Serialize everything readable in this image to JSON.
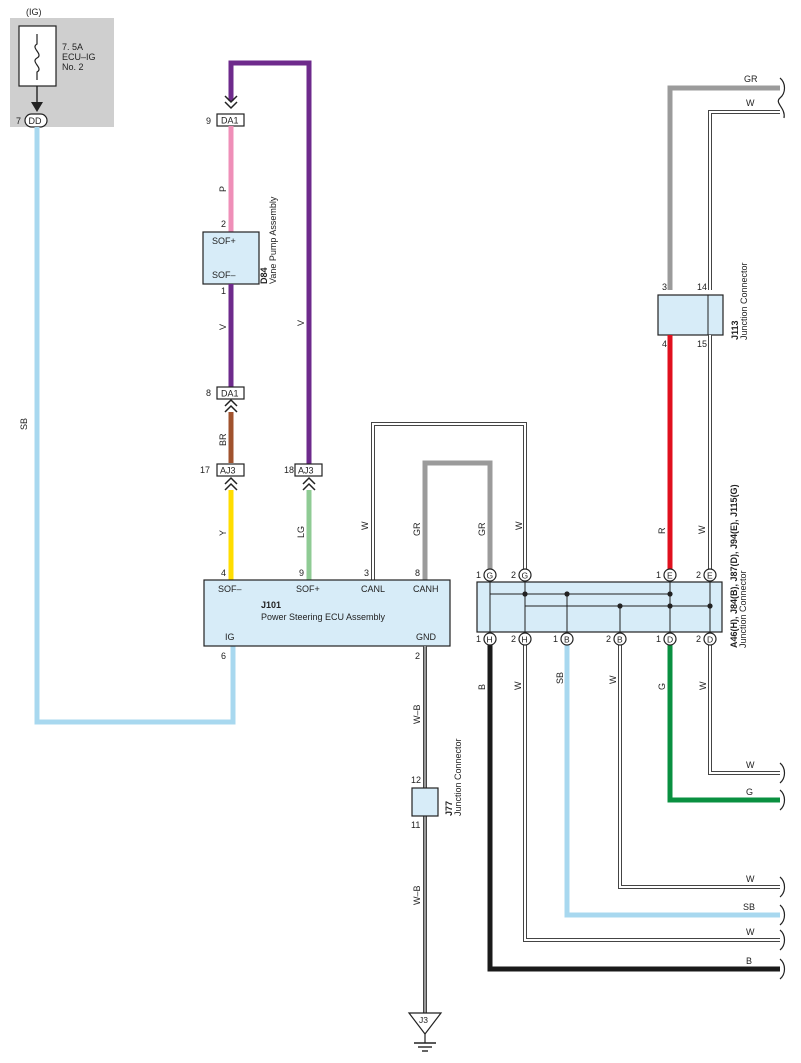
{
  "fuse": {
    "supply": "(IG)",
    "rating": "7. 5A",
    "name_line1": "ECU–IG",
    "name_line2": "No. 2",
    "pin": "7",
    "connector": "DD"
  },
  "pump": {
    "code": "D84",
    "name": "Vane Pump Assembly",
    "term_top": "SOF+",
    "term_bottom": "SOF–",
    "pin_top": "2",
    "pin_bottom": "1"
  },
  "connectors": {
    "da1_top_pin": "9",
    "da1_top": "DA1",
    "da1_bottom_pin": "8",
    "da1_bottom": "DA1",
    "aj3_left_pin": "17",
    "aj3_left": "AJ3",
    "aj3_right_pin": "18",
    "aj3_right": "AJ3"
  },
  "ecu": {
    "code": "J101",
    "name": "Power Steering ECU Assembly",
    "t_sofm": "SOF–",
    "t_sofp": "SOF+",
    "t_canl": "CANL",
    "t_canh": "CANH",
    "t_ig": "IG",
    "t_gnd": "GND",
    "p_sofm": "4",
    "p_sofp": "9",
    "p_canl": "3",
    "p_canh": "8",
    "p_ig": "6",
    "p_gnd": "2"
  },
  "j113": {
    "code": "J113",
    "name": "Junction Connector",
    "p_tl": "3",
    "p_tr": "14",
    "p_bl": "4",
    "p_br": "15"
  },
  "jc_main": {
    "codes": "A46(H), J84(B), J87(D), J94(E), J115(G)",
    "name": "Junction Connector",
    "top": [
      {
        "pin": "1",
        "letter": "G"
      },
      {
        "pin": "2",
        "letter": "G"
      },
      {
        "pin": "1",
        "letter": "E"
      },
      {
        "pin": "2",
        "letter": "E"
      }
    ],
    "bottom": [
      {
        "pin": "1",
        "letter": "H"
      },
      {
        "pin": "2",
        "letter": "H"
      },
      {
        "pin": "1",
        "letter": "B"
      },
      {
        "pin": "2",
        "letter": "B"
      },
      {
        "pin": "1",
        "letter": "D"
      },
      {
        "pin": "2",
        "letter": "D"
      }
    ]
  },
  "j77": {
    "code": "J77",
    "name": "Junction Connector",
    "p_top": "12",
    "p_bottom": "11"
  },
  "ground": {
    "label": "J3"
  },
  "wires": {
    "sb_left": "SB",
    "p": "P",
    "v1": "V",
    "v2": "V",
    "br": "BR",
    "y": "Y",
    "lg": "LG",
    "w_canl": "W",
    "gr_canh": "GR",
    "gr_jc": "GR",
    "w_jc": "W",
    "r": "R",
    "w_j113": "W",
    "wb1": "W–B",
    "wb2": "W–B",
    "b_down": "B",
    "w_h2": "W",
    "sb_b1": "SB",
    "w_b2": "W",
    "g_d1": "G",
    "w_d2": "W"
  },
  "right_edge": {
    "gr_top": "GR",
    "w_top": "W",
    "w1": "W",
    "g": "G",
    "w2": "W",
    "sb": "SB",
    "w3": "W",
    "b": "B"
  },
  "colors": {
    "sb": "#a8d8ef",
    "p": "#ef8fb8",
    "v": "#6e2a8c",
    "br": "#a0522d",
    "y": "#ffdd00",
    "lg": "#8fcb94",
    "gr": "#9b9b9b",
    "r": "#e0101e",
    "g": "#0a9040",
    "b": "#1a1a1a",
    "box": "#d7ecf8",
    "fuse_bg": "#cfcfcf"
  }
}
